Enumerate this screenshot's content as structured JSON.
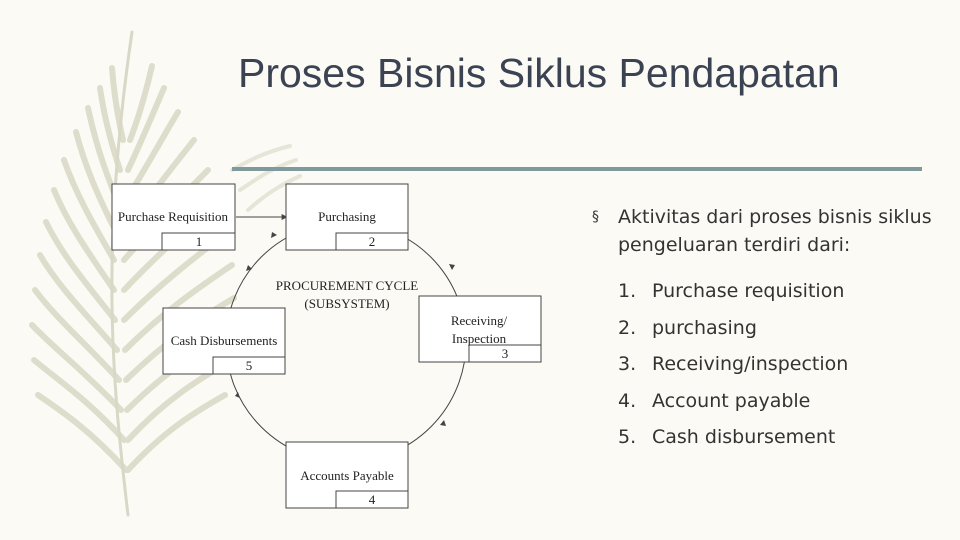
{
  "slide": {
    "title": "Proses Bisnis Siklus Pendapatan"
  },
  "diagram": {
    "center_label_line1": "PROCUREMENT CYCLE",
    "center_label_line2": "(SUBSYSTEM)",
    "nodes": [
      {
        "label": "Purchase Requisition",
        "number": "1"
      },
      {
        "label": "Purchasing",
        "number": "2"
      },
      {
        "label_line1": "Receiving/",
        "label_line2": "Inspection",
        "number": "3"
      },
      {
        "label": "Accounts Payable",
        "number": "4"
      },
      {
        "label": "Cash Disbursements",
        "number": "5"
      }
    ]
  },
  "content": {
    "bullet_marker": "§",
    "intro": "Aktivitas  dari proses bisnis siklus pengeluaran terdiri dari:",
    "items": [
      {
        "number": "1.",
        "text": "Purchase requisition"
      },
      {
        "number": "2.",
        "text": "purchasing"
      },
      {
        "number": "3.",
        "text": "Receiving/inspection"
      },
      {
        "number": "4.",
        "text": "Account payable"
      },
      {
        "number": "5.",
        "text": "Cash disbursement"
      }
    ]
  },
  "colors": {
    "background": "#fbfaf5",
    "title": "#3b4352",
    "rule": "#7f9a9c",
    "feather": "#d9d8c6",
    "diagram_line": "#444444"
  },
  "icons": {
    "background_decoration": "feather-icon"
  }
}
